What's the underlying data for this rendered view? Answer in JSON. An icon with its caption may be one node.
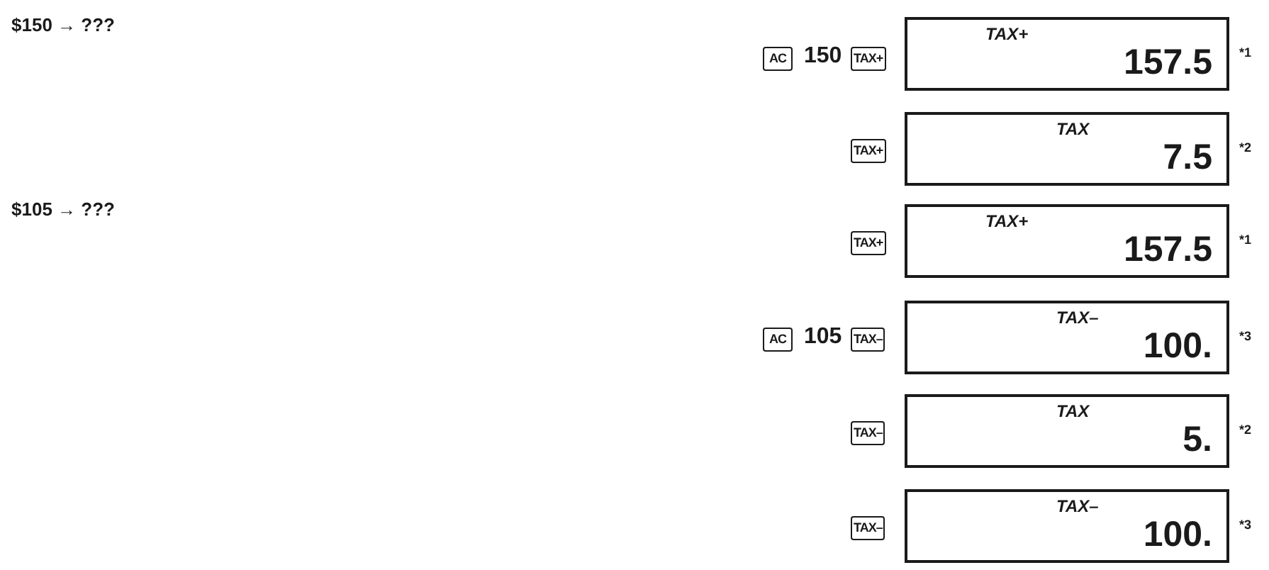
{
  "diagram": {
    "nodes": [
      {
        "text": [
          "TAX+",
          "157.5"
        ],
        "beside": [
          "*1"
        ]
      },
      {
        "text": [
          "TAX",
          "7.5"
        ],
        "beside": [
          "*2"
        ]
      },
      {
        "text": [
          "TAX+",
          "157.5"
        ],
        "beside": [
          "*1"
        ]
      },
      {
        "text": [
          "TAX–",
          "100."
        ],
        "beside": [
          "*3"
        ]
      },
      {
        "text": [
          "TAX",
          "5."
        ],
        "beside": [
          "*2"
        ]
      },
      {
        "text": [
          "TAX–",
          "100."
        ],
        "beside": [
          "*3"
        ]
      }
    ],
    "labels": [
      "$150 → ???",
      "AC",
      "150",
      "TAX+",
      "TAX+",
      "TAX+",
      "$105 → ???",
      "AC",
      "105",
      "TAX–",
      "TAX–",
      "TAX–"
    ]
  }
}
